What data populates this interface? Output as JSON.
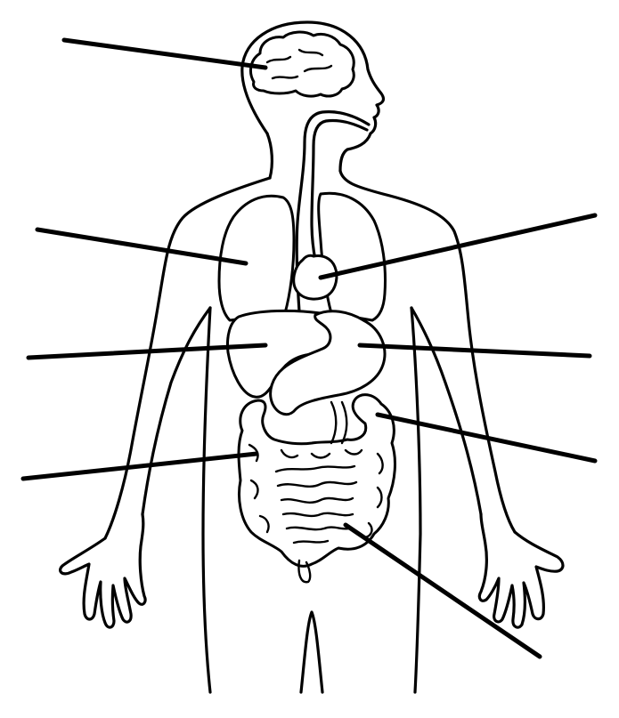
{
  "diagram": {
    "title": "",
    "line_color": "#000000",
    "background": "#ffffff",
    "organs": [
      {
        "id": "brain",
        "name": "brain-outline"
      },
      {
        "id": "lungs",
        "name": "lungs-outline"
      },
      {
        "id": "heart",
        "name": "heart-outline"
      },
      {
        "id": "liver",
        "name": "liver-outline"
      },
      {
        "id": "stomach",
        "name": "stomach-outline"
      },
      {
        "id": "large-intestine",
        "name": "large-intestine-outline"
      },
      {
        "id": "small-intestine",
        "name": "small-intestine-outline"
      }
    ],
    "label_lines": [
      {
        "target": "brain",
        "label": ""
      },
      {
        "target": "lungs",
        "label": ""
      },
      {
        "target": "heart",
        "label": ""
      },
      {
        "target": "liver",
        "label": ""
      },
      {
        "target": "stomach",
        "label": ""
      },
      {
        "target": "large-intestine-right",
        "label": ""
      },
      {
        "target": "large-intestine-left",
        "label": ""
      },
      {
        "target": "small-intestine",
        "label": ""
      }
    ]
  }
}
